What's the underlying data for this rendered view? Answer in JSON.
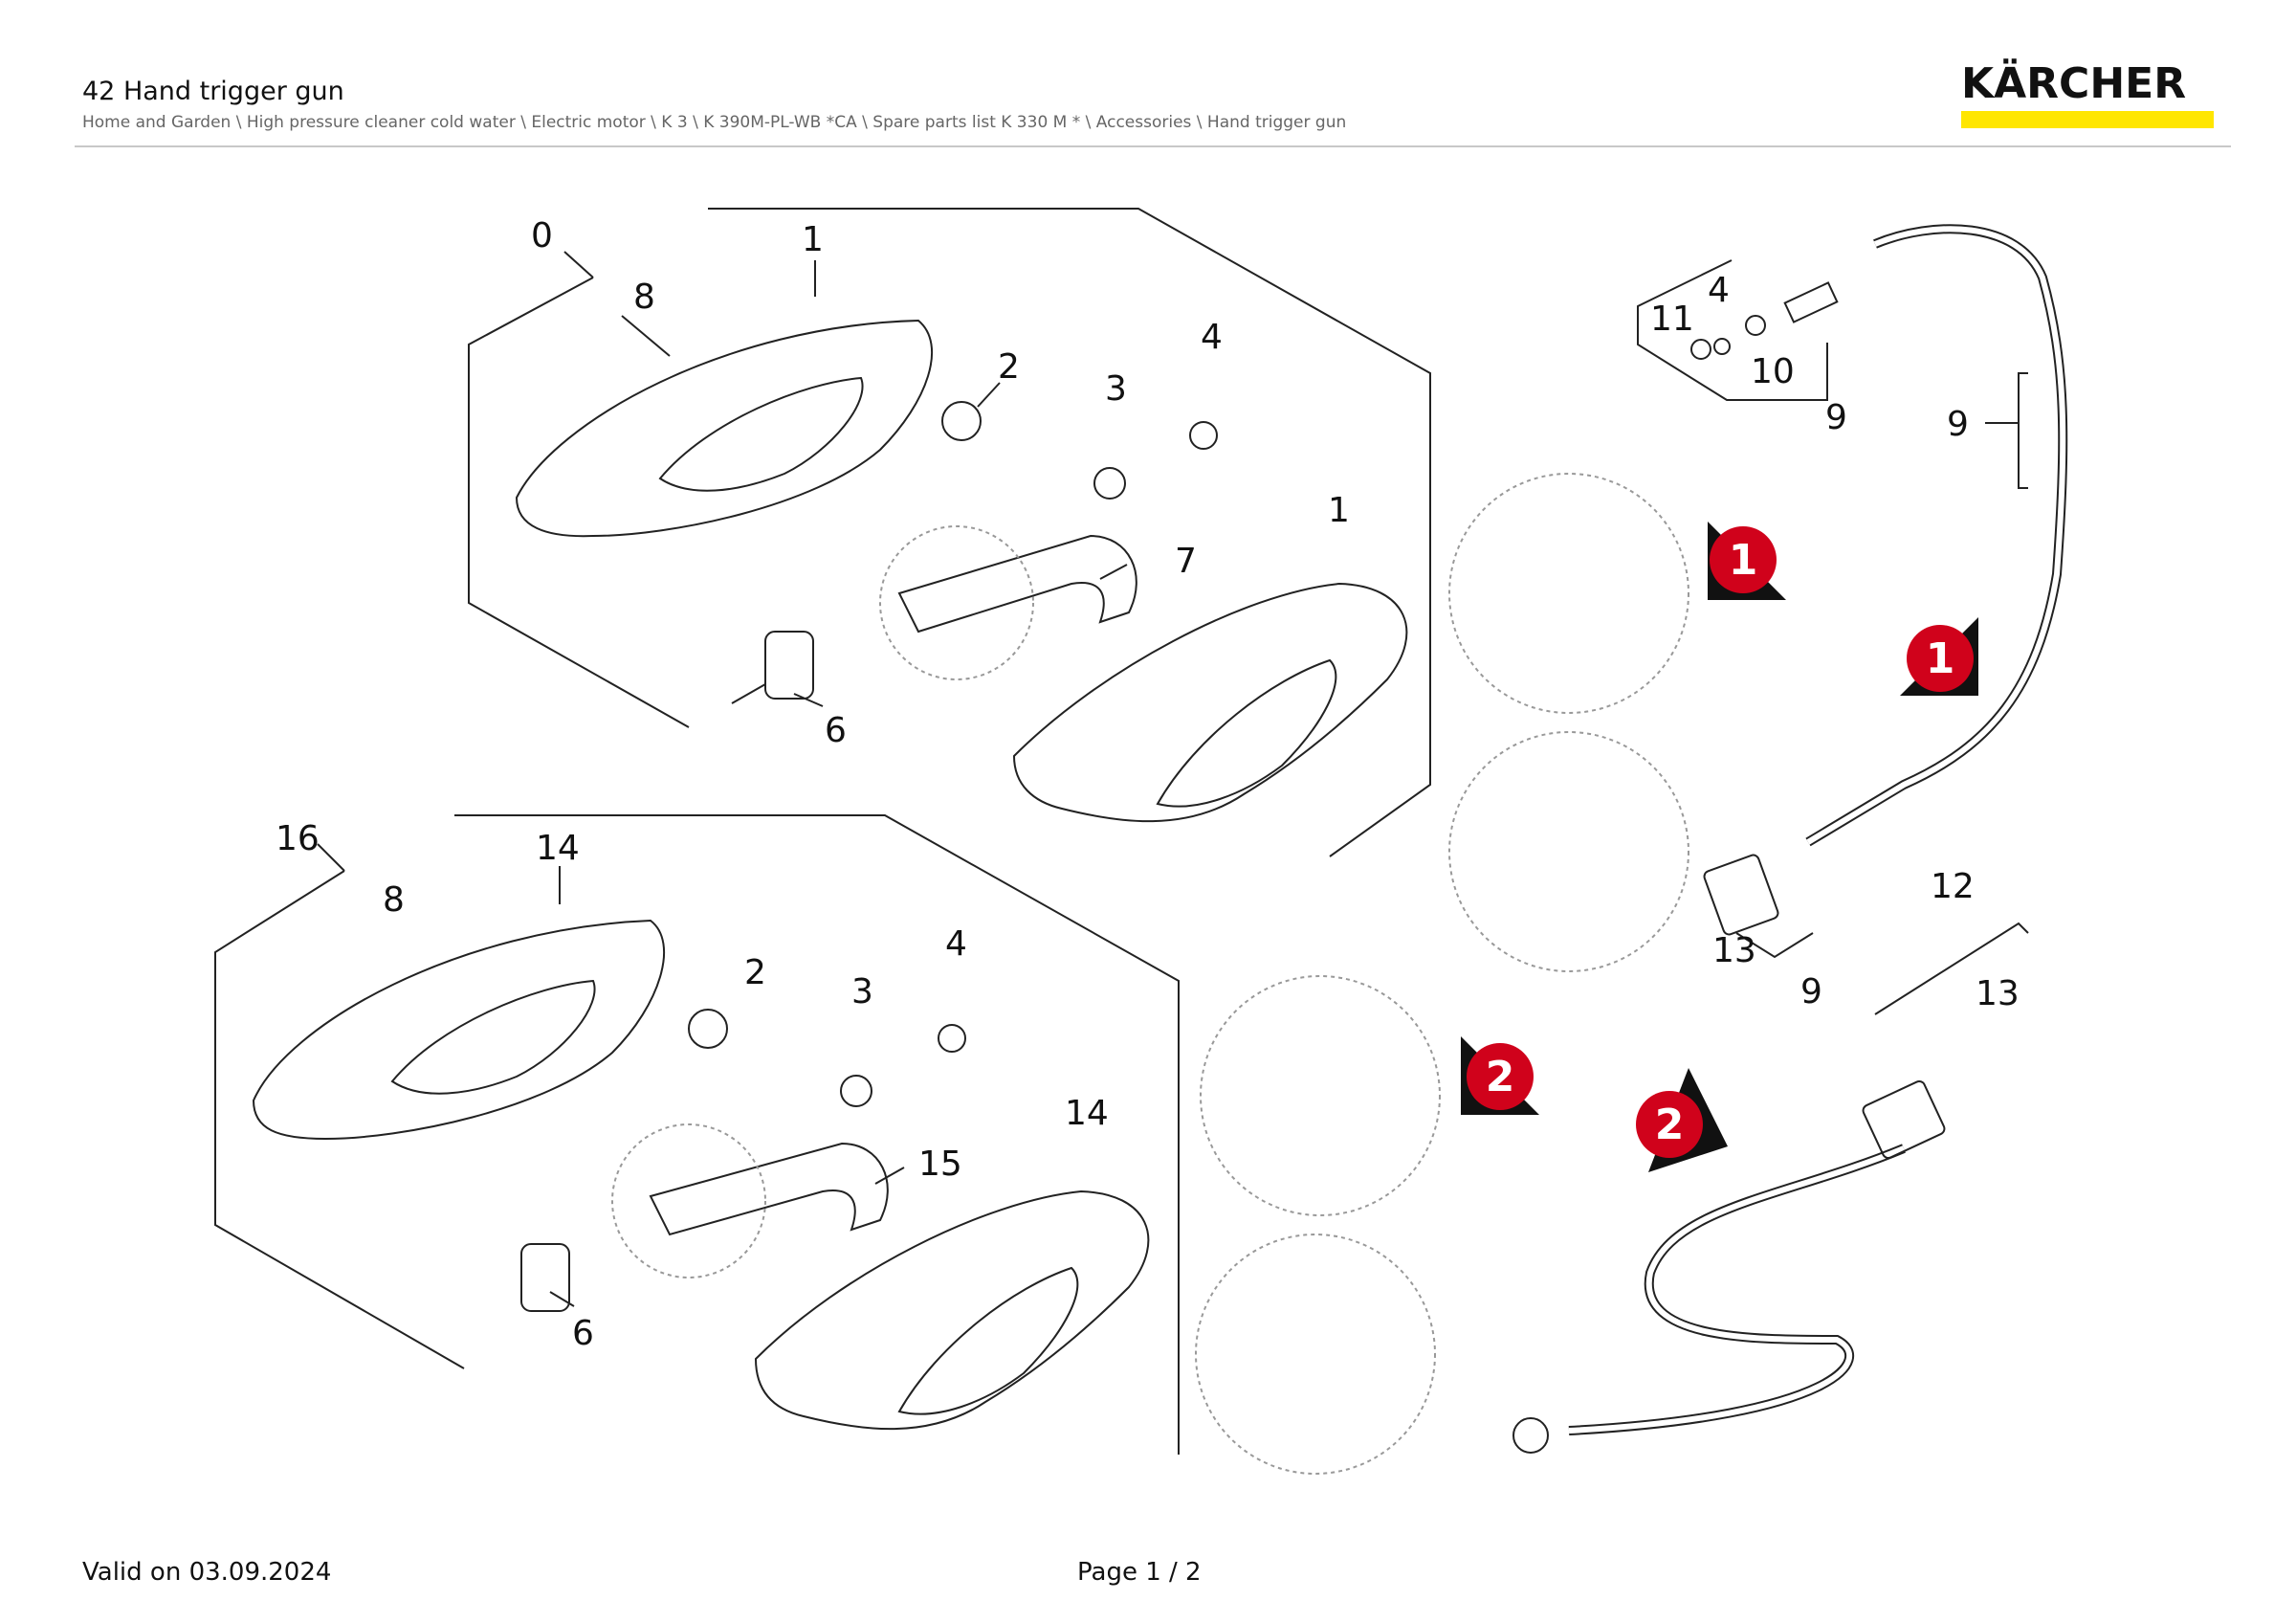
{
  "header": {
    "title": "42 Hand trigger gun",
    "breadcrumb": "Home and Garden \\ High pressure cleaner cold water \\ Electric motor \\ K 3 \\ K 390M-PL-WB *CA \\ Spare parts list K 330 M * \\ Accessories \\ Hand trigger gun"
  },
  "brand": {
    "name": "KÄRCHER",
    "accent_color": "#FFE600"
  },
  "diagram": {
    "callouts_top": [
      "0",
      "1",
      "8",
      "2",
      "3",
      "4",
      "7",
      "1",
      "6"
    ],
    "callouts_bottom": [
      "16",
      "14",
      "8",
      "2",
      "3",
      "4",
      "15",
      "14",
      "6"
    ],
    "callouts_hose": [
      "4",
      "11",
      "10",
      "9",
      "9",
      "13",
      "9",
      "12",
      "13"
    ],
    "markers": [
      "1",
      "1",
      "2",
      "2"
    ],
    "marker_color": "#D0021B"
  },
  "footer": {
    "valid": "Valid on 03.09.2024",
    "page": "Page 1 / 2"
  }
}
